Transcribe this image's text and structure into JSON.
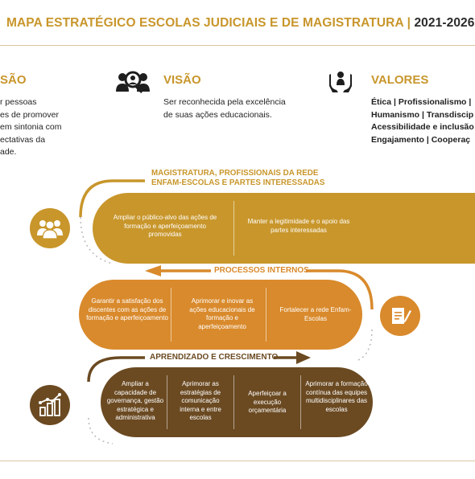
{
  "header": {
    "title": "MAPA ESTRATÉGICO ESCOLAS  JUDICIAIS E DE MAGISTRATURA |",
    "year": "2021-2026"
  },
  "missao": {
    "heading": "SÃO",
    "lines": [
      "r pessoas",
      "es de promover",
      " em sintonia com",
      "ectativas da",
      "ade."
    ]
  },
  "visao": {
    "heading": "VISÃO",
    "lines": [
      "Ser reconhecida pela excelência",
      "de suas ações educacionais."
    ]
  },
  "valores": {
    "heading": "VALORES",
    "lines": [
      "Ética | Profissionalismo |",
      "Humanismo |  Transdiscip",
      "Acessibilidade e inclusão",
      "Engajamento | Cooperaç"
    ]
  },
  "perspectives": {
    "top": {
      "label_line1": "MAGISTRATURA, PROFISSIONAIS DA REDE",
      "label_line2": "ENFAM-ESCOLAS E PARTES INTERESSADAS",
      "items": [
        "Ampliar o público-alvo das ações de formação e aperfeiçoamento promovidas",
        "Manter a legitimidade e o apoio das partes interessadas"
      ]
    },
    "middle": {
      "label": "PROCESSOS INTERNOS",
      "items": [
        "Garantir a satisfação dos discentes com as ações de formação e aperfeiçoamento",
        "Aprimorar e inovar as ações educacionais de formação e aperfeiçoamento",
        "Fortalecer a rede Enfam-Escolas"
      ]
    },
    "bottom": {
      "label": "APRENDIZADO E CRESCIMENTO",
      "items": [
        "Ampliar a capacidade de governança, gestão estratégica e administrativa",
        "Aprimorar as estratégias de comunicação interna e entre escolas",
        "Aperfeiçoar a execução orçamentária",
        "Aprimorar a formação contínua das equipes multidisciplinares das escolas"
      ]
    }
  },
  "icons": [
    "people-icon",
    "people-search-icon",
    "hands-person-icon",
    "document-pen-icon",
    "growth-chart-icon"
  ],
  "colors": {
    "gold": "#C8962B",
    "orange": "#D98A2C",
    "brown": "#6B4A22",
    "title_text": "#2b2b2b"
  }
}
